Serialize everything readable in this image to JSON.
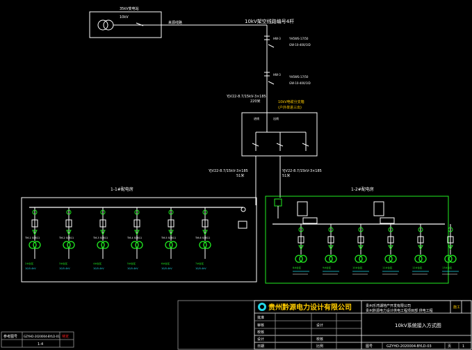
{
  "source_box": {
    "title": "35kV变电站",
    "sub": "10kV"
  },
  "incoming": {
    "line_label": "来源线路",
    "bus_title": "10kV架空线路编号4杆"
  },
  "pole_equipment": {
    "top_a": "HW-3",
    "top_b": "YH5WS-17/50",
    "top_c": "GW-10-400/1ID",
    "mid_a": "HW-3",
    "mid_b": "YH5WS-17/50",
    "mid_c": "GW-10-400/1ID"
  },
  "cables": {
    "main_cable": "YJV22-8.7/15kV-3×185",
    "main_cable_len": "220米",
    "left_cable": "YJV22-8.7/15kV-3×185",
    "left_cable_len": "51米",
    "right_cable": "YJV22-8.7/15kV-3×185",
    "right_cable_len": "51米"
  },
  "branch_box": {
    "title": "10kV电缆分支箱",
    "subtitle": "(户外单进三出)",
    "k1": "进线",
    "k2": "出线"
  },
  "stations": {
    "left_title": "1-1#配电房",
    "right_title": "1-2#配电房"
  },
  "left_feeders": [
    {
      "tag": "2#台区",
      "t1": "TM-1 SCB11",
      "t2": "10/0.4kV"
    },
    {
      "tag": "3#台区",
      "t1": "TM-2 SCB11",
      "t2": "10/0.4kV"
    },
    {
      "tag": "4#台区",
      "t1": "TM-3 SCB11",
      "t2": "10/0.4kV"
    },
    {
      "tag": "5#台区",
      "t1": "TM-4 SCB11",
      "t2": "10/0.4kV"
    },
    {
      "tag": "6#台区",
      "t1": "TM-5 SCB11",
      "t2": "10/0.4kV"
    },
    {
      "tag": "7#台区",
      "t1": "TM-6 SCB11",
      "t2": "10/0.4kV"
    }
  ],
  "right_feeders": [
    {
      "tag": "8#台区"
    },
    {
      "tag": "9#台区"
    },
    {
      "tag": "10#台区"
    },
    {
      "tag": "11#台区"
    },
    {
      "tag": "12#台区"
    },
    {
      "tag": "13#台区"
    }
  ],
  "title_block": {
    "company": "贵州黔源电力设计有限公司",
    "project_a": "贵州乐湾湖地产开发有限公司",
    "project_b": "贵州黔源电力设计供电工程项目部 供电工程",
    "stage": "施工",
    "drawing_title": "10kV系统接入方式图",
    "drawing_no": "GZYHD-2020004-BYLD-03",
    "row_labels": [
      "批准",
      "审核",
      "校核",
      "设计",
      "日期"
    ],
    "mid_labels": [
      "设计",
      "校核",
      "比例"
    ],
    "page_label": "页",
    "page_value": "1",
    "ratio_label": "比例",
    "number_label": "图号"
  },
  "side_stamp": {
    "label": "参考图号",
    "value": "GZYHD-2020004-BYLD-01",
    "sub": "1-4",
    "red": "待定"
  },
  "colors": {
    "white": "#ffffff",
    "green": "#22ee22",
    "cyan": "#22d8e8",
    "red": "#ff2020",
    "gold": "#ffcc00",
    "grey": "#9a9a9a"
  }
}
